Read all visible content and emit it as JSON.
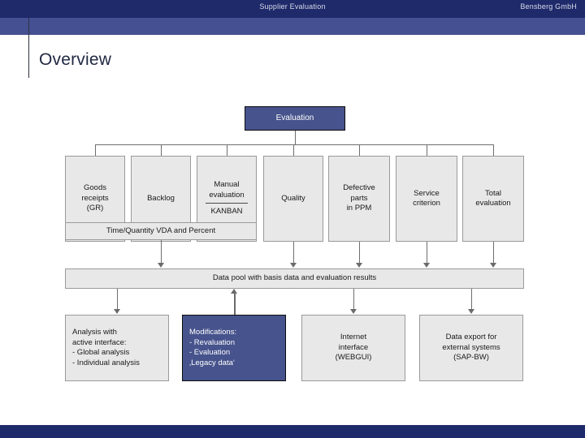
{
  "header": {
    "title": "Supplier Evaluation",
    "company": "Bensberg GmbH",
    "bar_color": "#1f2a6b",
    "sub_color": "#445091"
  },
  "page": {
    "title": "Overview"
  },
  "footer": {
    "bar_color": "#1f2a6b"
  },
  "diagram": {
    "root": {
      "label": "Evaluation",
      "color": "#46538c"
    },
    "criteria": [
      {
        "label": "Goods\nreceipts\n(GR)"
      },
      {
        "label": "Backlog"
      },
      {
        "label": "Manual\nevaluation",
        "sub_label": "KANBAN"
      },
      {
        "label": "Quality"
      },
      {
        "label": "Defective\nparts\nin PPM"
      },
      {
        "label": "Service\ncriterion"
      },
      {
        "label": "Total\nevaluation"
      }
    ],
    "sub_band": {
      "label": "Time/Quantity VDA and Percent"
    },
    "data_pool": {
      "label": "Data pool with basis data and evaluation results"
    },
    "outputs": [
      {
        "label": "Analysis with\nactive interface:\n- Global analysis\n- Individual analysis",
        "style": "grey",
        "align": "left",
        "arrow": "down"
      },
      {
        "label": "Modifications:\n- Revaluation\n- Evaluation\n  ‚Legacy data‘",
        "style": "blue",
        "align": "left",
        "arrow": "up"
      },
      {
        "label": "Internet\ninterface\n(WEBGUI)",
        "style": "grey",
        "align": "center",
        "arrow": "down"
      },
      {
        "label": "Data export for\nexternal systems\n(SAP-BW)",
        "style": "grey",
        "align": "center",
        "arrow": "down"
      }
    ]
  }
}
